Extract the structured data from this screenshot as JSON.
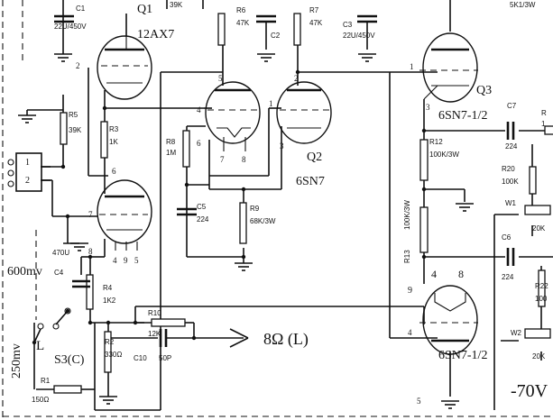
{
  "tubes": {
    "q1_label": "Q1",
    "q1_type": "12AX7",
    "q2_label": "Q2",
    "q2_type": "6SN7",
    "q3_label": "Q3",
    "q3_type": "6SN7-1/2",
    "q4_type": "6SN7-1/2"
  },
  "components": {
    "c1": "C1",
    "c1_value": "22U/450V",
    "r_top": "39K",
    "r6": "R6",
    "r6_value": "47K",
    "c2": "C2",
    "r7": "R7",
    "r7_value": "47K",
    "c3": "C3",
    "c3_value": "22U/450V",
    "top_right": "5K1/3W",
    "r5": "R5",
    "r5_value": "39K",
    "r3": "R3",
    "r3_value": "1K",
    "r8": "R8",
    "r8_value": "1M",
    "c5": "C5",
    "c5_value": "224",
    "r9": "R9",
    "r9_value": "68K/3W",
    "c4": "C4",
    "c4_value": "470U",
    "r4": "R4",
    "r4_value": "1K2",
    "r10": "R10",
    "r10_value": "12K",
    "r2": "R2",
    "r2_value": "330Ω",
    "r1": "R1",
    "r1_value": "150Ω",
    "c10": "C10",
    "c10_value": "50P",
    "c7": "C7",
    "c7_value": "224",
    "r_edge": "R",
    "r_edge_value": "1",
    "r12": "R12",
    "r12_value": "100K/3W",
    "r20": "R20",
    "r20_value": "100K",
    "w1": "W1",
    "w1_value": "20K",
    "r13": "R13",
    "r13_value": "100K/3W",
    "c6": "C6",
    "c6_value": "224",
    "r22": "R22",
    "r22_value": "100",
    "w2": "W2",
    "w2_value": "20K",
    "switch_label": "S3(C)",
    "switch_l": "L"
  },
  "pins": {
    "q1_pin2": "2",
    "q1_pin6": "6",
    "q1_pin7": "7",
    "q1_pin8": "8",
    "q1_pin4": "4",
    "q1_pin9": "9",
    "q1_pin5": "5",
    "q2_pin5": "5",
    "q2_pin2": "2",
    "q2_pin4": "4",
    "q2_pin1": "1",
    "q2_pin6": "6",
    "q2_pin3": "3",
    "q2_pin7": "7",
    "q2_pin8": "8",
    "q3_pin1": "1",
    "q3_pin3": "3",
    "q4_pin9": "9",
    "q4_pin4": "4",
    "q4_pin5": "5",
    "q4_heater_l": "4",
    "q4_heater_r": "8",
    "conn_1": "1",
    "conn_2": "2"
  },
  "labels": {
    "v600": "600mv",
    "v250": "250mv",
    "output": "8Ω (L)",
    "neg70": "-70V"
  }
}
